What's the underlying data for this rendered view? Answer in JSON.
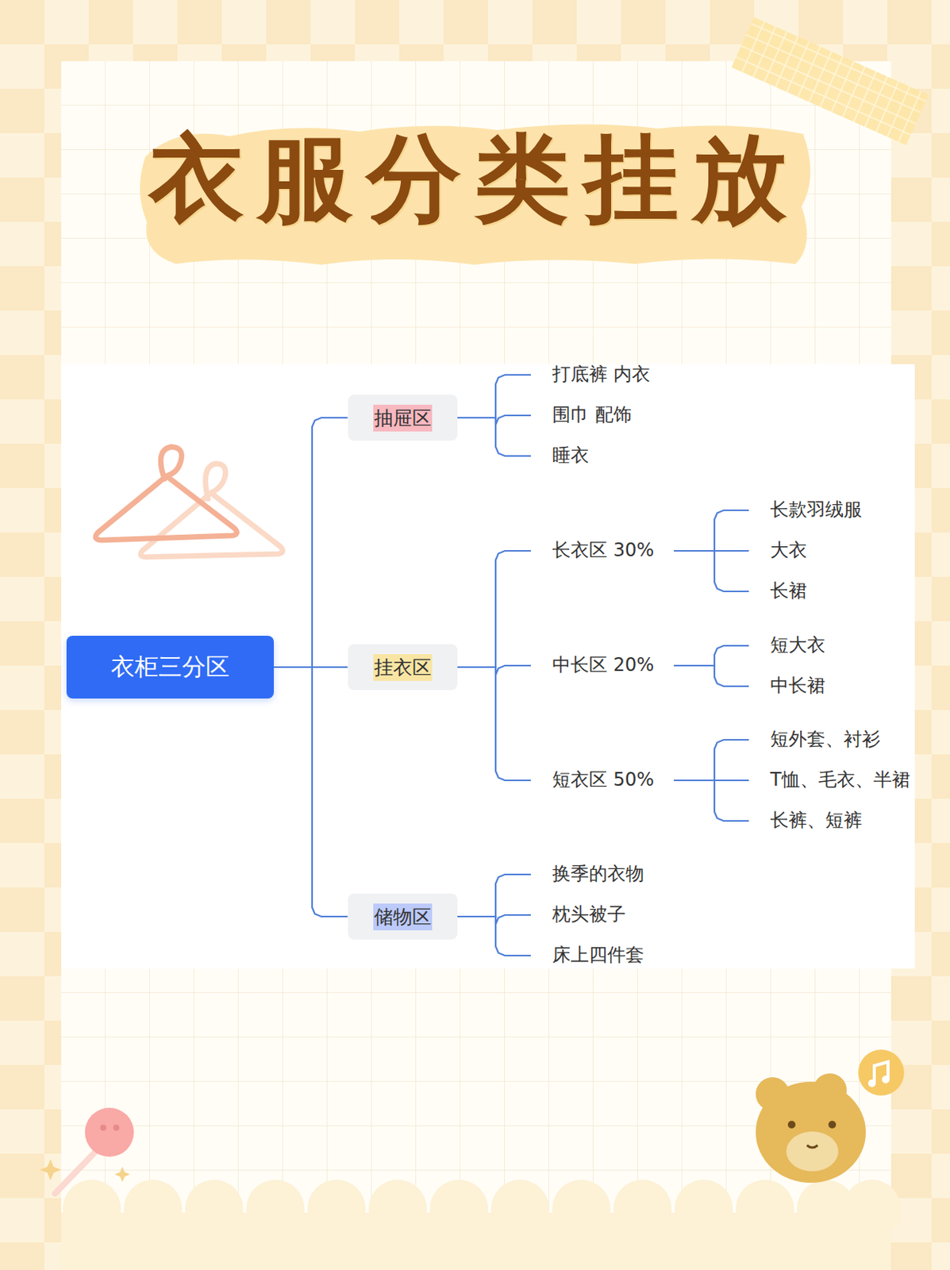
{
  "diagram": {
    "title": "衣服分类挂放",
    "nodes": [
      {
        "text": [
          "衣柜三分区"
        ]
      },
      {
        "text": [
          "抽屉区"
        ]
      },
      {
        "text": [
          "打底裤 内衣"
        ]
      },
      {
        "text": [
          "围巾 配饰"
        ]
      },
      {
        "text": [
          "睡衣"
        ]
      },
      {
        "text": [
          "挂衣区"
        ]
      },
      {
        "text": [
          "长衣区 30%"
        ]
      },
      {
        "text": [
          "长款羽绒服"
        ]
      },
      {
        "text": [
          "大衣"
        ]
      },
      {
        "text": [
          "长裙"
        ]
      },
      {
        "text": [
          "中长区 20%"
        ]
      },
      {
        "text": [
          "短大衣"
        ]
      },
      {
        "text": [
          "中长裙"
        ]
      },
      {
        "text": [
          "短衣区 50%"
        ]
      },
      {
        "text": [
          "短外套、衬衫"
        ]
      },
      {
        "text": [
          "T恤、毛衣、半裙"
        ]
      },
      {
        "text": [
          "长裤、短裤"
        ]
      },
      {
        "text": [
          "储物区"
        ]
      },
      {
        "text": [
          "换季的衣物"
        ]
      },
      {
        "text": [
          "枕头被子"
        ]
      },
      {
        "text": [
          "床上四件套"
        ]
      }
    ],
    "edges": [
      {
        "from": 0,
        "to": 1,
        "arrow": "none"
      },
      {
        "from": 0,
        "to": 5,
        "arrow": "none"
      },
      {
        "from": 0,
        "to": 17,
        "arrow": "none"
      },
      {
        "from": 1,
        "to": 2,
        "arrow": "none"
      },
      {
        "from": 1,
        "to": 3,
        "arrow": "none"
      },
      {
        "from": 1,
        "to": 4,
        "arrow": "none"
      },
      {
        "from": 5,
        "to": 6,
        "arrow": "none"
      },
      {
        "from": 5,
        "to": 10,
        "arrow": "none"
      },
      {
        "from": 5,
        "to": 13,
        "arrow": "none"
      },
      {
        "from": 6,
        "to": 7,
        "arrow": "none"
      },
      {
        "from": 6,
        "to": 8,
        "arrow": "none"
      },
      {
        "from": 6,
        "to": 9,
        "arrow": "none"
      },
      {
        "from": 10,
        "to": 11,
        "arrow": "none"
      },
      {
        "from": 10,
        "to": 12,
        "arrow": "none"
      },
      {
        "from": 13,
        "to": 14,
        "arrow": "none"
      },
      {
        "from": 13,
        "to": 15,
        "arrow": "none"
      },
      {
        "from": 13,
        "to": 16,
        "arrow": "none"
      },
      {
        "from": 17,
        "to": 18,
        "arrow": "none"
      },
      {
        "from": 17,
        "to": 19,
        "arrow": "none"
      },
      {
        "from": 17,
        "to": 20,
        "arrow": "none"
      }
    ]
  }
}
